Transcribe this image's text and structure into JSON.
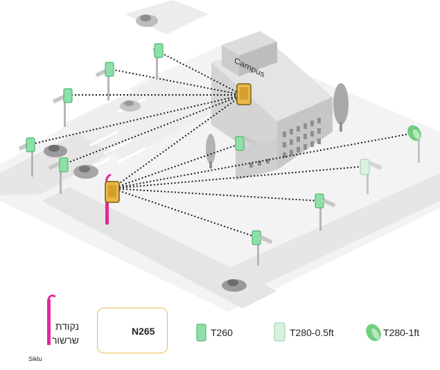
{
  "building": {
    "label": "Campus"
  },
  "legend": {
    "pole": {
      "label_line1": "נקודת",
      "label_line2": "שרשור",
      "icon": "street-pole-icon"
    },
    "n265": {
      "label": "N265",
      "icon": "n265-radio-icon"
    },
    "t260": {
      "label": "T260",
      "icon": "t260-radio-icon"
    },
    "t280_half": {
      "label": "T280-0.5ft",
      "icon": "t280-half-radio-icon"
    },
    "t280_1ft": {
      "label": "T280-1ft",
      "icon": "t280-dish-icon"
    }
  },
  "brand": {
    "label": "Siklu"
  },
  "colors": {
    "n265": "#e8b84a",
    "t260": "#8fe0a8",
    "t280_half": "#d9f2df",
    "t280_1ft": "#6fcf7f",
    "pole": "#e0299a",
    "ground": "#e9e9e9",
    "building": "#d8d8d8"
  }
}
